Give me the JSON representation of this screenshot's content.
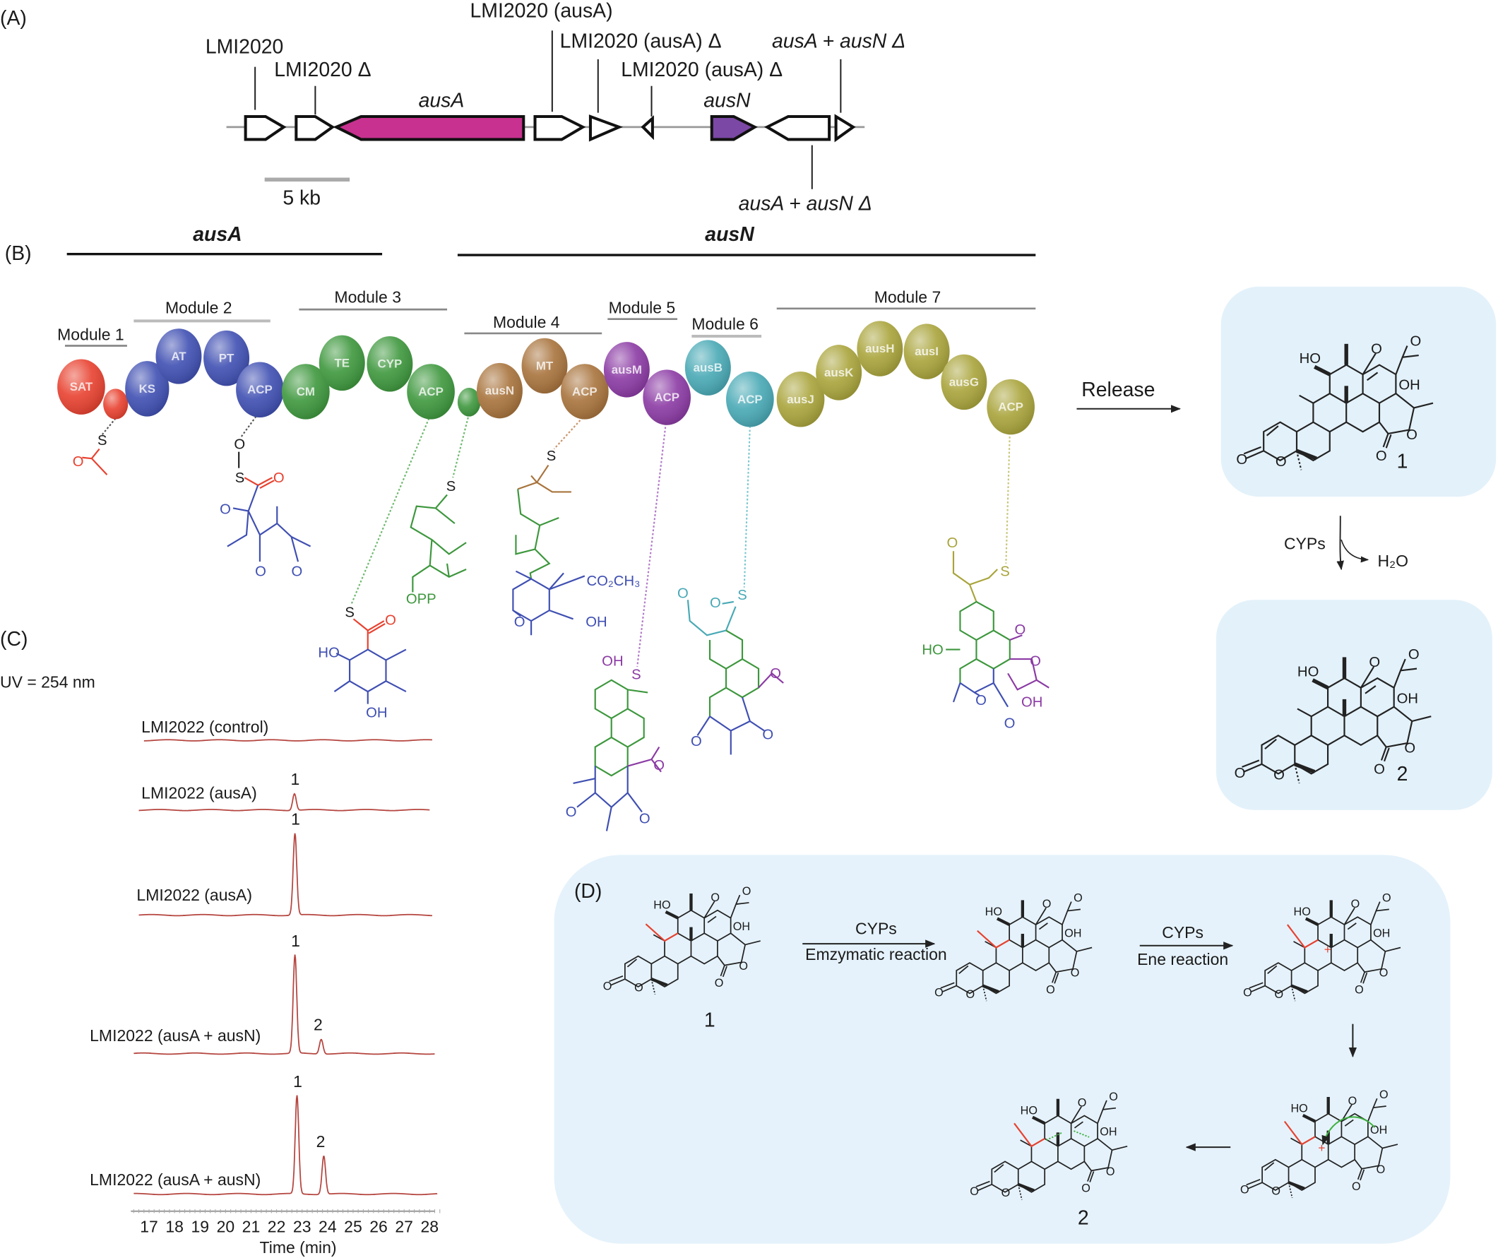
{
  "panels": {
    "a": "(A)",
    "b": "(B)",
    "c": "(C)",
    "d": "(D)"
  },
  "gene_cluster": {
    "genes": [
      {
        "name": "ausA",
        "color": "#c8318f"
      },
      {
        "name": "ausN",
        "color": "#7b48a5"
      }
    ],
    "markers": {
      "m1": "LMI2020",
      "m2": "LMI2020 Δ",
      "m3": "LMI2020 (ausA)",
      "m4": "LMI2020 (ausA) Δ",
      "m5": "LMI2020 (ausA) Δ",
      "m6": "ausA + ausN Δ",
      "m7": "ausA + ausN Δ"
    },
    "scale_bar": "5 kb"
  },
  "pathway": {
    "headers": [
      "ausA",
      "ausN"
    ],
    "modules": [
      "Module 1",
      "Module 2",
      "Module 3",
      "Module 4",
      "Module 5",
      "Module 6",
      "Module 7"
    ],
    "domains": [
      {
        "label": "SAT",
        "color": "#e8412f"
      },
      {
        "label": "",
        "color": "#e8412f"
      },
      {
        "label": "KS",
        "color": "#3f4fb2"
      },
      {
        "label": "AT",
        "color": "#3f4fb2"
      },
      {
        "label": "PT",
        "color": "#3f4fb2"
      },
      {
        "label": "ACP",
        "color": "#3f4fb2"
      },
      {
        "label": "CM",
        "color": "#3d973d"
      },
      {
        "label": "TE",
        "color": "#3d973d"
      },
      {
        "label": "CYP",
        "color": "#3d973d"
      },
      {
        "label": "ACP",
        "color": "#3d973d"
      },
      {
        "label": "",
        "color": "#3d973d"
      },
      {
        "label": "ausN",
        "color": "#a8733c"
      },
      {
        "label": "MT",
        "color": "#a8733c"
      },
      {
        "label": "ACP",
        "color": "#a8733c"
      },
      {
        "label": "ausM",
        "color": "#8b3aa4"
      },
      {
        "label": "ACP",
        "color": "#8b3aa4"
      },
      {
        "label": "ausB",
        "color": "#48a9b5"
      },
      {
        "label": "ACP",
        "color": "#48a9b5"
      },
      {
        "label": "ausJ",
        "color": "#a9a43b"
      },
      {
        "label": "ausK",
        "color": "#a9a43b"
      },
      {
        "label": "ausH",
        "color": "#a9a43b"
      },
      {
        "label": "ausI",
        "color": "#a9a43b"
      },
      {
        "label": "ausG",
        "color": "#a9a43b"
      },
      {
        "label": "ACP",
        "color": "#a9a43b"
      }
    ],
    "release": "Release",
    "cyps": "CYPs",
    "water": "H₂O",
    "compounds": [
      "1",
      "2"
    ],
    "box_color": "#e3f1fa"
  },
  "intermediates": {
    "sulfur": "S",
    "oxygen": "O",
    "hydroxyl_left": "HO",
    "hydroxyl_right": "OH",
    "pyrophosphate": "OPP",
    "methyl_ester": "CO₂CH₃"
  },
  "atom_labels": {
    "hydroxyl_left": "HO",
    "hydroxyl_right": "OH",
    "oxygen": "O",
    "cation": "+"
  },
  "chromatogram": {
    "detection": "UV = 254 nm",
    "x_label": "Time (min)",
    "x_ticks": [
      17,
      18,
      19,
      20,
      21,
      22,
      23,
      24,
      25,
      26,
      27,
      28
    ],
    "trace_color": "#b5453f",
    "traces": [
      {
        "label": "LMI2022 (control)",
        "range": [
          16.8,
          28.1
        ],
        "peaks": []
      },
      {
        "label": "LMI2022 (ausA)",
        "range": [
          16.6,
          28.0
        ],
        "peaks": [
          {
            "id": "1",
            "time": 22.7,
            "intensity": 0.17
          }
        ]
      },
      {
        "label": "LMI2022 (ausA)",
        "range": [
          16.6,
          28.1
        ],
        "peaks": [
          {
            "id": "1",
            "time": 22.72,
            "intensity": 0.83
          }
        ]
      },
      {
        "label": "LMI2022 (ausA + ausN)",
        "range": [
          16.4,
          28.2
        ],
        "peaks": [
          {
            "id": "1",
            "time": 22.72,
            "intensity": 1.0
          },
          {
            "id": "2",
            "time": 23.75,
            "intensity": 0.15
          }
        ]
      },
      {
        "label": "LMI2022 (ausA + ausN)",
        "range": [
          16.4,
          28.3
        ],
        "peaks": [
          {
            "id": "1",
            "time": 22.8,
            "intensity": 1.0
          },
          {
            "id": "2",
            "time": 23.85,
            "intensity": 0.39
          }
        ]
      }
    ]
  },
  "mechanism": {
    "step1_top": "CYPs",
    "step1_bottom": "Emzymatic reaction",
    "step2_top": "CYPs",
    "step2_bottom": "Ene reaction",
    "compounds": [
      "1",
      "2"
    ],
    "box_color": "#e5f2fb"
  }
}
